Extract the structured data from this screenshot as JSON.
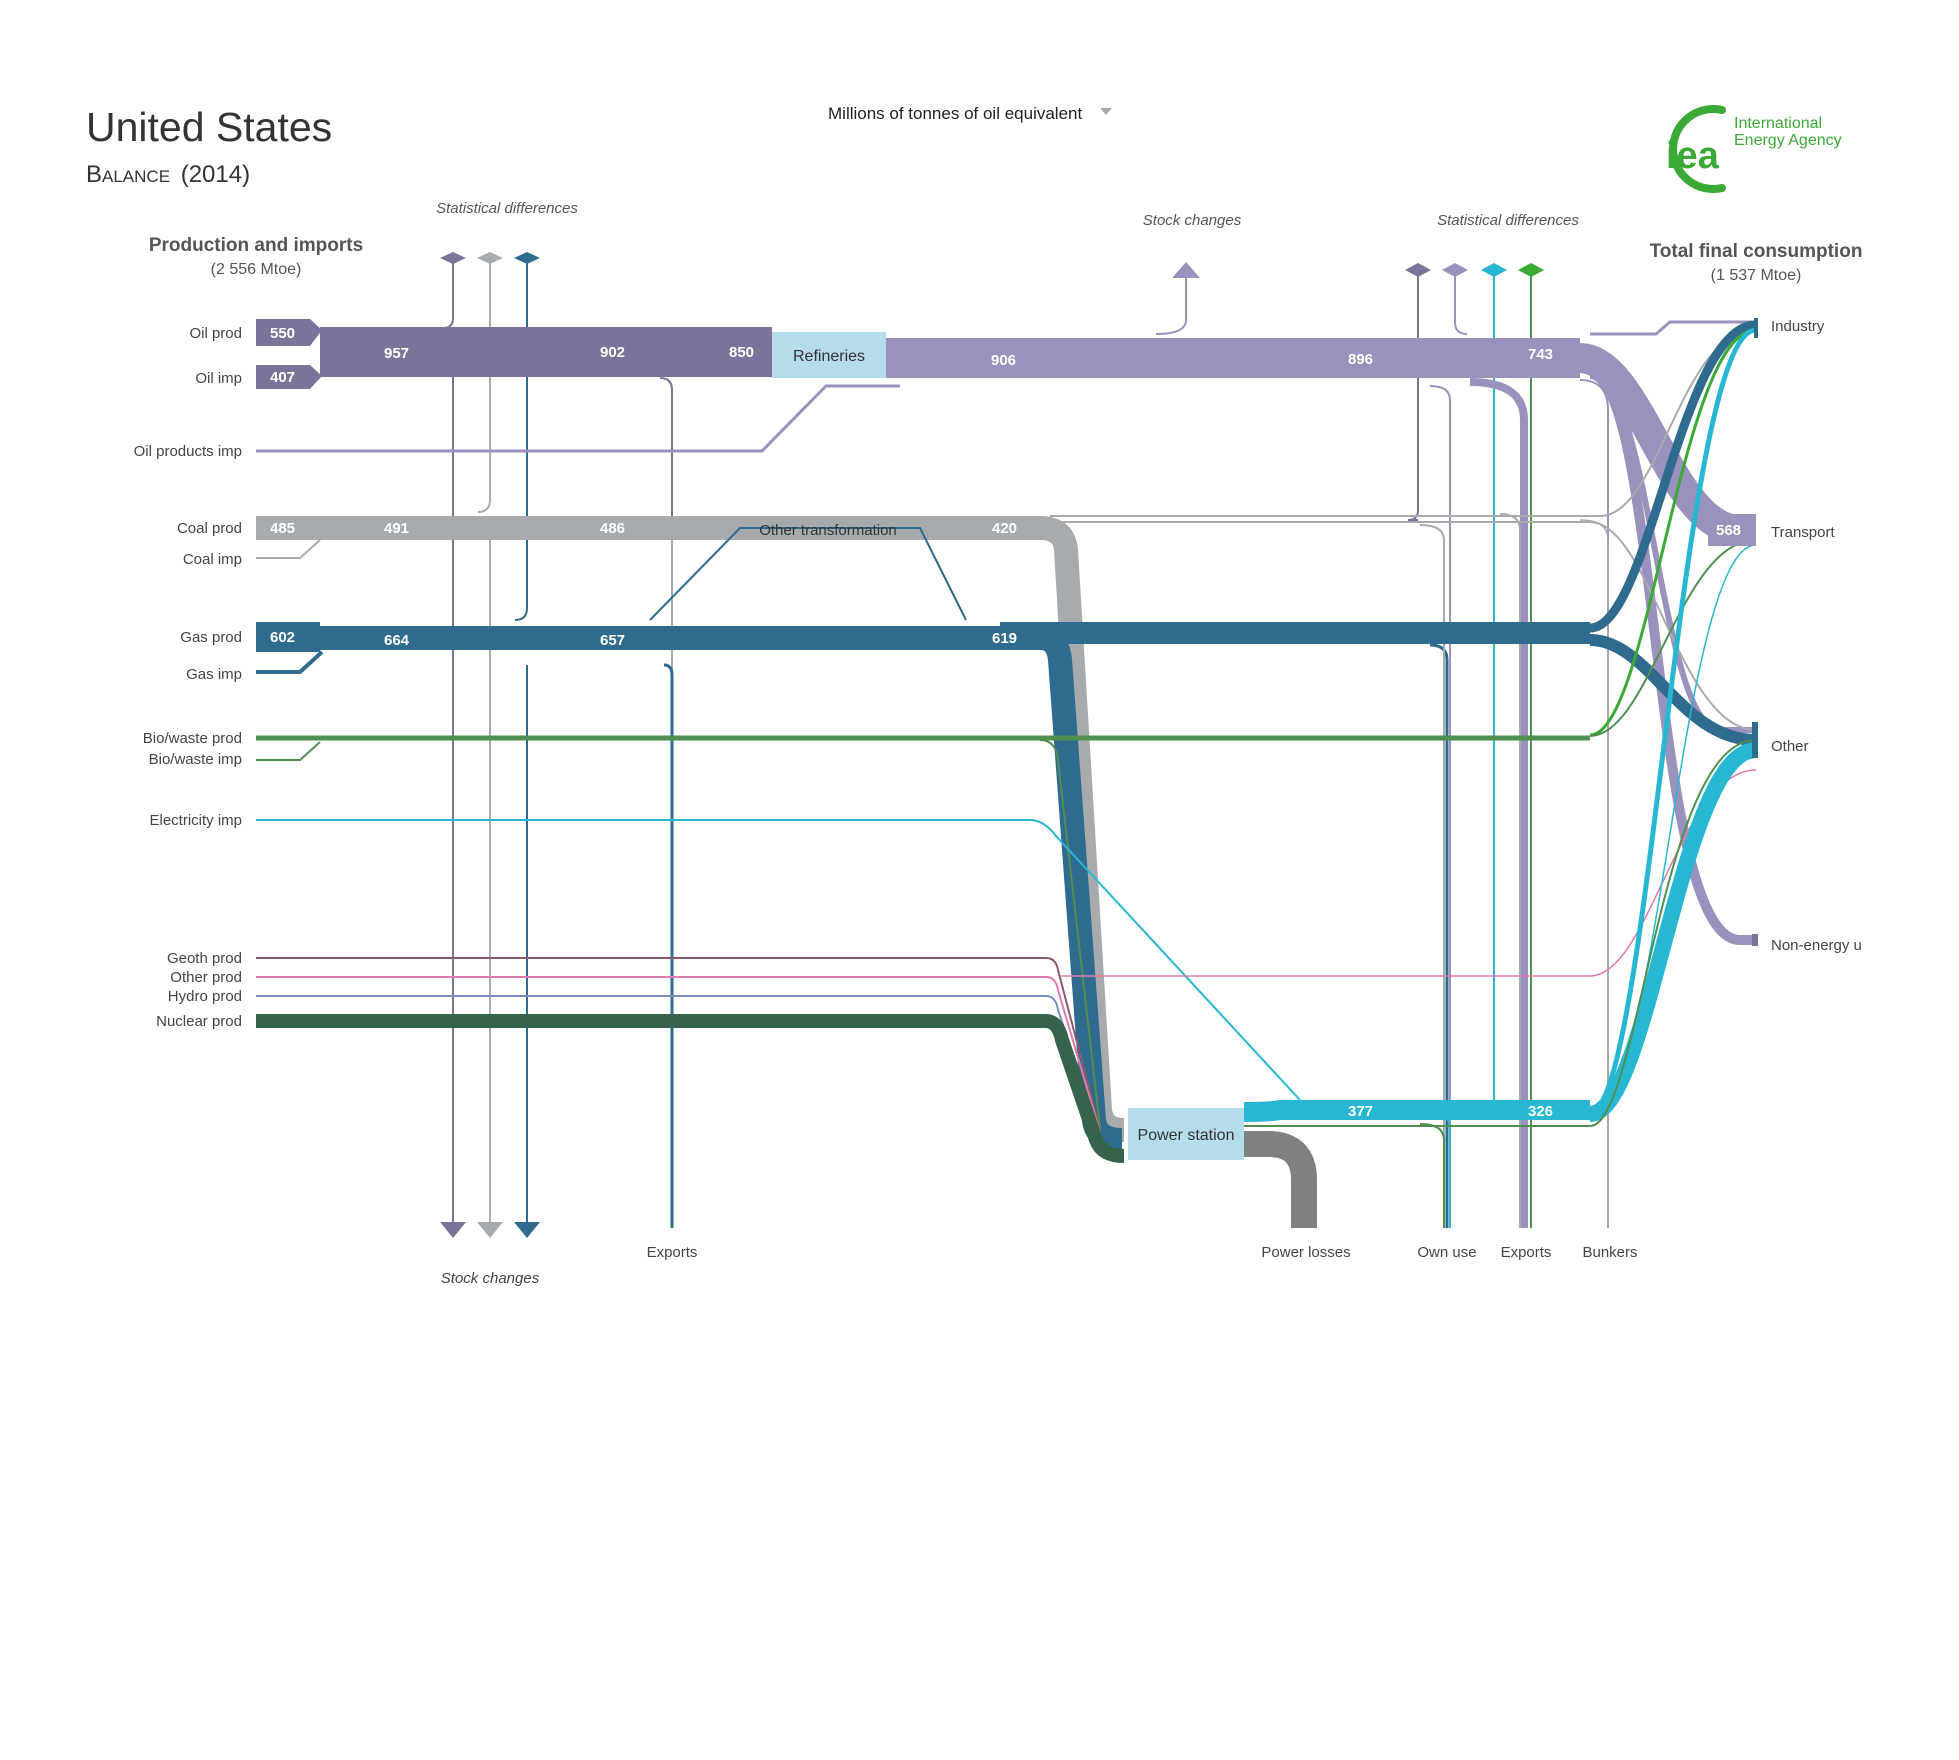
{
  "header": {
    "country": "United States",
    "subtitle_caps": "Balance",
    "subtitle_year": "(2014)",
    "unit_label": "Millions of tonnes of oil equivalent"
  },
  "logo": {
    "mark": "iea",
    "line1": "International",
    "line2": "Energy Agency"
  },
  "left_heading": {
    "title": "Production and imports",
    "total": "(2 556 Mtoe)"
  },
  "right_heading": {
    "title": "Total final consumption",
    "total": "(1 537 Mtoe)"
  },
  "top_labels": {
    "stat_diff_left": "Statistical differences",
    "stock_changes_top": "Stock  changes",
    "stat_diff_right": "Statistical differences"
  },
  "bottom_labels": {
    "stock_changes": "Stock changes",
    "exports_left": "Exports",
    "power_losses": "Power losses",
    "own_use": "Own use",
    "exports_right": "Exports",
    "bunkers": "Bunkers"
  },
  "sources": [
    {
      "label": "Oil prod",
      "value": "550"
    },
    {
      "label": "Oil imp",
      "value": "407"
    },
    {
      "label": "Oil products imp",
      "value": ""
    },
    {
      "label": "Coal prod",
      "value": "485"
    },
    {
      "label": "Coal imp",
      "value": ""
    },
    {
      "label": "Gas prod",
      "value": "602"
    },
    {
      "label": "Gas imp",
      "value": ""
    },
    {
      "label": "Bio/waste prod",
      "value": ""
    },
    {
      "label": "Bio/waste imp",
      "value": ""
    },
    {
      "label": "Electricity imp",
      "value": ""
    },
    {
      "label": "Geoth prod",
      "value": ""
    },
    {
      "label": "Other prod",
      "value": ""
    },
    {
      "label": "Hydro prod",
      "value": ""
    },
    {
      "label": "Nuclear prod",
      "value": ""
    }
  ],
  "nodes": {
    "refineries": "Refineries",
    "other_transformation": "Other transformation",
    "power_station": "Power station"
  },
  "flow_values": {
    "oil_957": "957",
    "oil_902": "902",
    "oil_850": "850",
    "prod_906": "906",
    "prod_896": "896",
    "prod_743": "743",
    "coal_491": "491",
    "coal_486": "486",
    "coal_420": "420",
    "gas_664": "664",
    "gas_657": "657",
    "gas_619": "619",
    "elec_377": "377",
    "elec_326": "326",
    "transport_568": "568"
  },
  "sinks": [
    {
      "label": "Industry"
    },
    {
      "label": "Transport"
    },
    {
      "label": "Other"
    },
    {
      "label": "Non-energy u"
    }
  ],
  "colors": {
    "oil": "#7b739a",
    "oil_products": "#9b91bd",
    "coal": "#a8abae",
    "gas": "#2f6b8f",
    "bio": "#4f8f4f",
    "electricity": "#28b7d3",
    "nuclear": "#35644a",
    "node": "#b5dcea",
    "losses": "#808080",
    "geoth": "#8a5a6a",
    "other_prod": "#e07ab0",
    "hydro": "#7b8fbf",
    "iea_green": "#3aa935"
  }
}
